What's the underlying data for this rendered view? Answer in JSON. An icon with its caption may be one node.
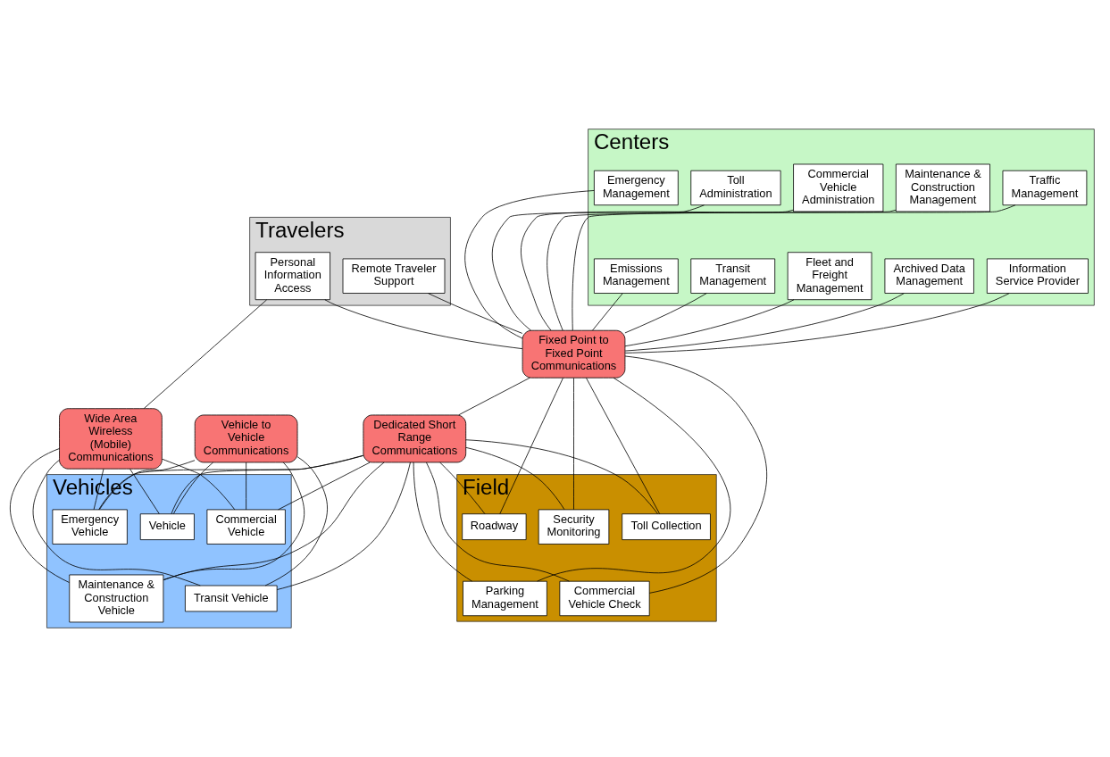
{
  "diagram": {
    "nodes": [
      {
        "text": [
          "Travelers"
        ]
      },
      {
        "text": [
          "Remote Traveler Support"
        ],
        "in": 0
      },
      {
        "text": [
          "Personal Information Access"
        ],
        "in": 0
      },
      {
        "text": [
          "Centers"
        ]
      },
      {
        "text": [
          "Traffic Management"
        ],
        "in": 3
      },
      {
        "text": [
          "Emergency Management"
        ],
        "in": 3
      },
      {
        "text": [
          "Toll Administration"
        ],
        "in": 3
      },
      {
        "text": [
          "Commercial Vehicle Administration"
        ],
        "in": 3
      },
      {
        "text": [
          "Maintenance & Construction Management"
        ],
        "in": 3
      },
      {
        "text": [
          "Information Service Provider"
        ],
        "in": 3
      },
      {
        "text": [
          "Emissions Management"
        ],
        "in": 3
      },
      {
        "text": [
          "Transit Management"
        ],
        "in": 3
      },
      {
        "text": [
          "Fleet and Freight Management"
        ],
        "in": 3
      },
      {
        "text": [
          "Archived Data Management"
        ],
        "in": 3
      },
      {
        "text": [
          "Wide Area Wireless (Mobile) Communications"
        ]
      },
      {
        "text": [
          "Fixed Point to Fixed Point Communications"
        ]
      },
      {
        "text": [
          "Vehicle to Vehicle Communications"
        ]
      },
      {
        "text": [
          "Vehicles"
        ]
      },
      {
        "text": [
          "Vehicle"
        ],
        "in": 17
      },
      {
        "text": [
          "Emergency Vehicle"
        ],
        "in": 17
      },
      {
        "text": [
          "Commercial Vehicle"
        ],
        "in": 17
      },
      {
        "text": [
          "Transit Vehicle"
        ],
        "in": 17
      },
      {
        "text": [
          "Maintenance & Construction Vehicle"
        ],
        "in": 17
      },
      {
        "text": [
          "Dedicated Short Range Communications"
        ]
      },
      {
        "text": [
          "Field"
        ]
      },
      {
        "text": [
          "Roadway"
        ],
        "in": 24
      },
      {
        "text": [
          "Security Monitoring"
        ],
        "in": 24
      },
      {
        "text": [
          "Toll Collection"
        ],
        "in": 24
      },
      {
        "text": [
          "Parking Management"
        ],
        "in": 24
      },
      {
        "text": [
          "Commercial Vehicle Check"
        ],
        "in": 24
      }
    ],
    "edges": [
      {
        "from": 1,
        "to": 15,
        "arrow": "none"
      },
      {
        "from": 2,
        "to": 15,
        "arrow": "none"
      },
      {
        "from": 2,
        "to": 14,
        "arrow": "none"
      },
      {
        "from": 4,
        "to": 15,
        "arrow": "none"
      },
      {
        "from": 5,
        "to": 15,
        "arrow": "none"
      },
      {
        "from": 6,
        "to": 15,
        "arrow": "none"
      },
      {
        "from": 7,
        "to": 15,
        "arrow": "none"
      },
      {
        "from": 8,
        "to": 15,
        "arrow": "none"
      },
      {
        "from": 9,
        "to": 15,
        "arrow": "none"
      },
      {
        "from": 10,
        "to": 15,
        "arrow": "none"
      },
      {
        "from": 11,
        "to": 15,
        "arrow": "none"
      },
      {
        "from": 12,
        "to": 15,
        "arrow": "none"
      },
      {
        "from": 13,
        "to": 15,
        "arrow": "none"
      },
      {
        "from": 14,
        "to": 18,
        "arrow": "none"
      },
      {
        "from": 14,
        "to": 19,
        "arrow": "none"
      },
      {
        "from": 14,
        "to": 20,
        "arrow": "none"
      },
      {
        "from": 14,
        "to": 21,
        "arrow": "none"
      },
      {
        "from": 14,
        "to": 22,
        "arrow": "none"
      },
      {
        "from": 15,
        "to": 23,
        "arrow": "none"
      },
      {
        "from": 15,
        "to": 25,
        "arrow": "none"
      },
      {
        "from": 15,
        "to": 26,
        "arrow": "none"
      },
      {
        "from": 15,
        "to": 27,
        "arrow": "none"
      },
      {
        "from": 15,
        "to": 28,
        "arrow": "none"
      },
      {
        "from": 15,
        "to": 29,
        "arrow": "none"
      },
      {
        "from": 16,
        "to": 18,
        "arrow": "none"
      },
      {
        "from": 16,
        "to": 19,
        "arrow": "none"
      },
      {
        "from": 16,
        "to": 20,
        "arrow": "none"
      },
      {
        "from": 16,
        "to": 21,
        "arrow": "none"
      },
      {
        "from": 16,
        "to": 22,
        "arrow": "none"
      },
      {
        "from": 23,
        "to": 18,
        "arrow": "none"
      },
      {
        "from": 23,
        "to": 19,
        "arrow": "none"
      },
      {
        "from": 23,
        "to": 20,
        "arrow": "none"
      },
      {
        "from": 23,
        "to": 21,
        "arrow": "none"
      },
      {
        "from": 23,
        "to": 22,
        "arrow": "none"
      },
      {
        "from": 23,
        "to": 25,
        "arrow": "none"
      },
      {
        "from": 23,
        "to": 26,
        "arrow": "none"
      },
      {
        "from": 23,
        "to": 27,
        "arrow": "none"
      },
      {
        "from": 23,
        "to": 28,
        "arrow": "none"
      },
      {
        "from": 23,
        "to": 29,
        "arrow": "none"
      }
    ]
  }
}
